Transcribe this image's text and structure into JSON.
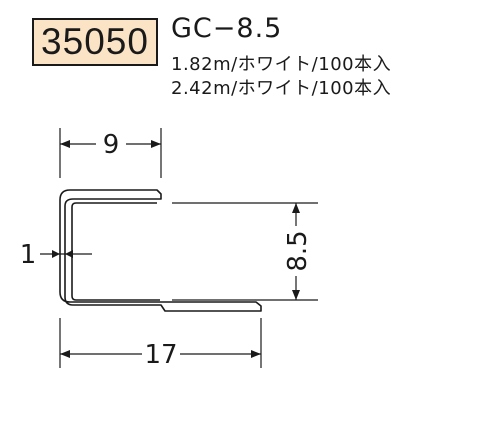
{
  "product": {
    "code": "35050",
    "model": "GC−8.5",
    "variants": [
      "1.82m/ホワイト/100本入",
      "2.42m/ホワイト/100本入"
    ]
  },
  "dimensions": {
    "top_width": "9",
    "thickness": "1",
    "height": "8.5",
    "overall_width": "17"
  },
  "colors": {
    "badge_background": "#fbe3c6",
    "ink": "#1a1a1a"
  }
}
